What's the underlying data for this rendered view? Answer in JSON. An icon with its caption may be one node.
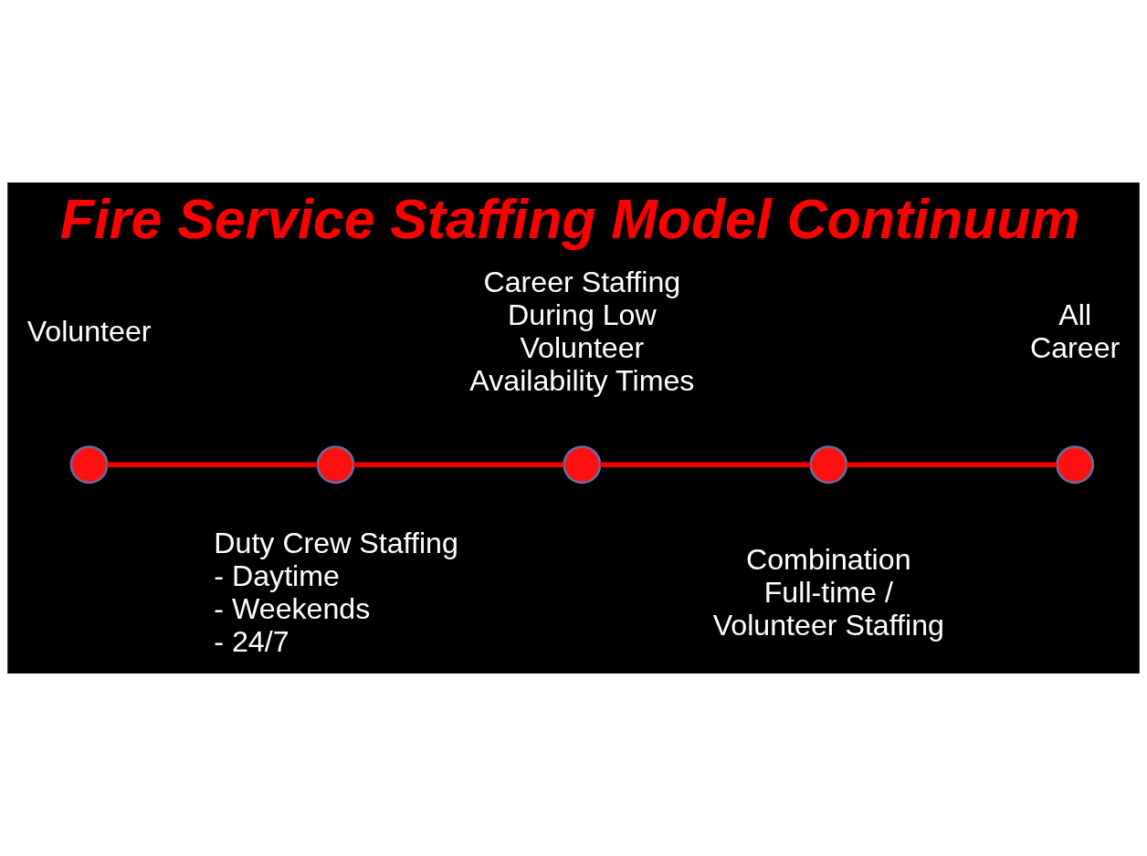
{
  "diagram": {
    "title": "Fire Service Staffing Model Continuum",
    "nodes": [
      {
        "text": [],
        "shape": "circle",
        "beside": [
          "Volunteer"
        ]
      },
      {
        "text": [],
        "shape": "circle",
        "beside": [
          "Duty Crew Staffing",
          "- Daytime",
          "- Weekends",
          "- 24/7"
        ]
      },
      {
        "text": [],
        "shape": "circle",
        "beside": [
          "Career Staffing During Low Volunteer Availability Times"
        ]
      },
      {
        "text": [],
        "shape": "circle",
        "beside": [
          "Combination Full-time / Volunteer Staffing"
        ]
      },
      {
        "text": [],
        "shape": "circle",
        "beside": [
          "All Career"
        ]
      }
    ],
    "edges": [
      {
        "from": 0,
        "to": 1,
        "arrow": "none"
      },
      {
        "from": 1,
        "to": 2,
        "arrow": "none"
      },
      {
        "from": 2,
        "to": 3,
        "arrow": "none"
      },
      {
        "from": 3,
        "to": 4,
        "arrow": "none"
      }
    ]
  }
}
